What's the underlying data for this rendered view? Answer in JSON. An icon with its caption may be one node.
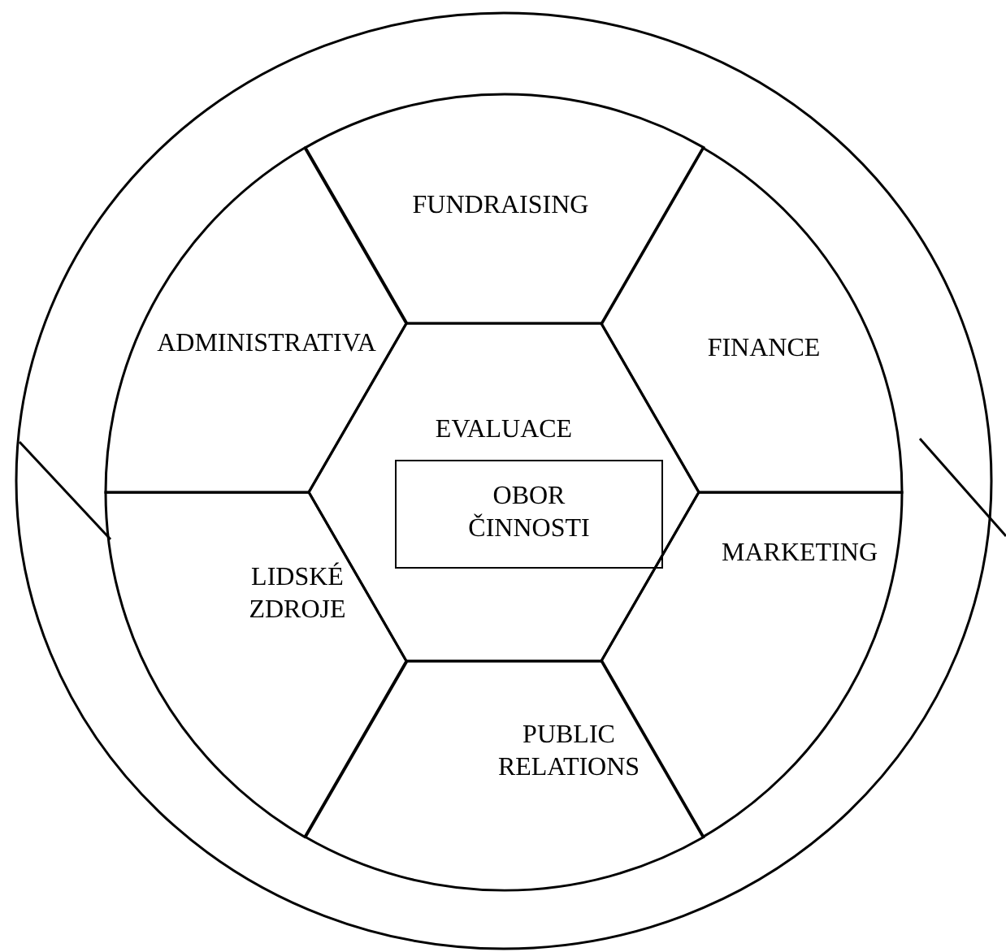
{
  "diagram": {
    "nodes": [
      {
        "text": [
          "FUNDRAISING"
        ]
      },
      {
        "text": [
          "FINANCE"
        ]
      },
      {
        "text": [
          "MARKETING"
        ]
      },
      {
        "text": [
          "PUBLIC RELATIONS"
        ]
      },
      {
        "text": [
          "LIDSKÉ ZDROJE"
        ]
      },
      {
        "text": [
          "ADMINISTRATIVA"
        ]
      },
      {
        "text": [
          "EVALUACE"
        ]
      },
      {
        "text": [
          "OBOR ČINNOSTI"
        ],
        "in": 6
      }
    ]
  }
}
